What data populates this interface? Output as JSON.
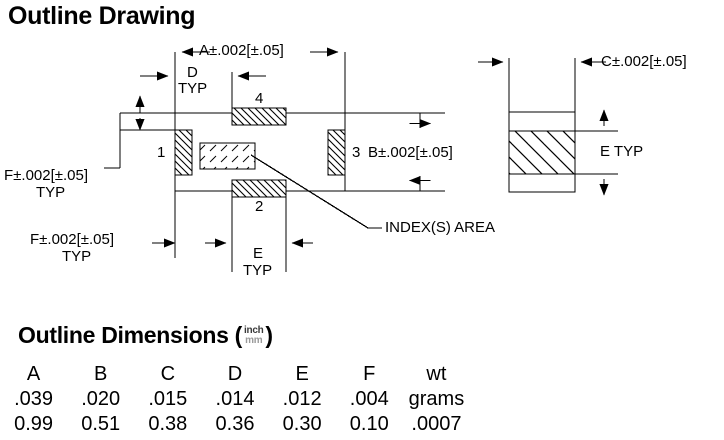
{
  "page": {
    "title": "Outline Drawing",
    "dimensions_heading": {
      "text": "Outline Dimensions (",
      "numerator": "inch",
      "denominator": "mm",
      "close": ")"
    }
  },
  "drawing": {
    "top_view": {
      "dim_A": "A±.002[±.05]",
      "dim_B": "B±.002[±.05]",
      "dim_D": "D",
      "dim_D_typ": "TYP",
      "dim_E": "E",
      "dim_E_typ": "TYP",
      "dim_F_upper": "F±.002[±.05]",
      "dim_F_upper_typ": "TYP",
      "dim_F_lower": "F±.002[±.05]",
      "dim_F_lower_typ": "TYP",
      "pad_1": "1",
      "pad_2": "2",
      "pad_3": "3",
      "pad_4": "4",
      "index_note": "INDEX(S) AREA"
    },
    "side_view": {
      "dim_C": "C±.002[±.05]",
      "dim_E": "E  TYP"
    }
  },
  "table": {
    "headers": [
      "A",
      "B",
      "C",
      "D",
      "E",
      "F",
      "wt"
    ],
    "rows": [
      [
        ".039",
        ".020",
        ".015",
        ".014",
        ".012",
        ".004",
        "grams"
      ],
      [
        "0.99",
        "0.51",
        "0.38",
        "0.36",
        "0.30",
        "0.10",
        ".0007"
      ]
    ]
  },
  "colors": {
    "line": "#000000",
    "text": "#000000",
    "frac_gray": "#9a9a9a"
  }
}
